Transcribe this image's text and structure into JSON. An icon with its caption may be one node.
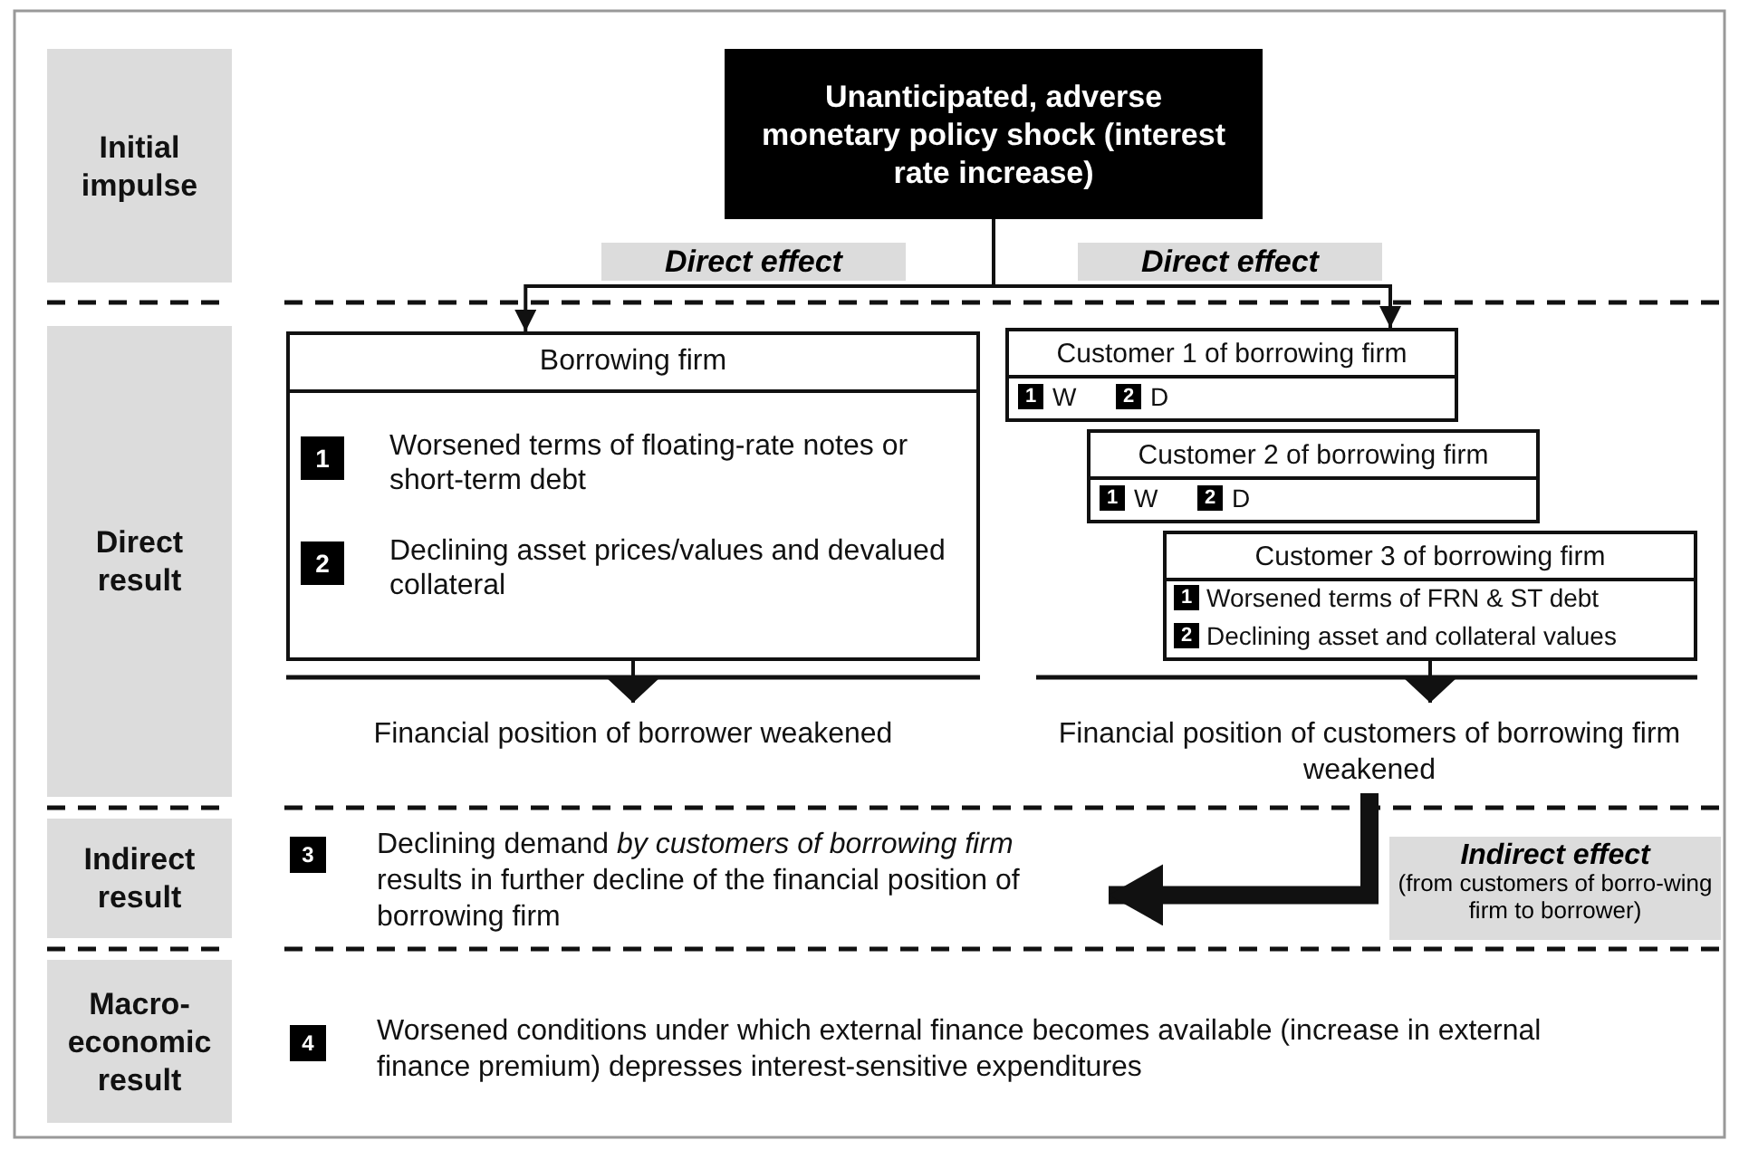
{
  "diagram": {
    "nodes": [
      {
        "text": [
          "Initial impulse"
        ]
      },
      {
        "text": [
          "Unanticipated, adverse monetary policy shock (interest rate increase)"
        ]
      },
      {
        "text": [
          "Direct result"
        ]
      },
      {
        "text": [
          "Borrowing firm",
          "Worsened terms of floating-rate notes or short-term debt",
          "Declining asset prices/values and devalued collateral"
        ]
      },
      {
        "text": [
          "1"
        ],
        "in": 3
      },
      {
        "text": [
          "2"
        ],
        "in": 3
      },
      {
        "text": [
          "Customer 1 of borrowing firm",
          "W",
          "D"
        ]
      },
      {
        "text": [
          "1"
        ],
        "in": 6
      },
      {
        "text": [
          "2"
        ],
        "in": 6
      },
      {
        "text": [
          "Customer 2 of borrowing firm",
          "W",
          "D"
        ]
      },
      {
        "text": [
          "1"
        ],
        "in": 9
      },
      {
        "text": [
          "2"
        ],
        "in": 9
      },
      {
        "text": [
          "Customer 3 of borrowing firm",
          "Worsened terms of FRN & ST debt",
          "Declining asset and collateral values"
        ]
      },
      {
        "text": [
          "1"
        ],
        "in": 12
      },
      {
        "text": [
          "2"
        ],
        "in": 12
      },
      {
        "text": [
          "Financial position of borrower weakened"
        ]
      },
      {
        "text": [
          "Financial position of customers of borrowing firm weakened"
        ]
      },
      {
        "text": [
          "Indirect result"
        ]
      },
      {
        "text": [
          "3"
        ]
      },
      {
        "text": [
          "Declining demand *by customers of borrowing firm* results in further decline of the financial position of borrowing firm"
        ]
      },
      {
        "text": [
          "Macro-economic result"
        ]
      },
      {
        "text": [
          "4"
        ]
      },
      {
        "text": [
          "Worsened conditions under which external finance becomes available (increase in external finance premium) depresses interest-sensitive expenditures"
        ]
      }
    ],
    "edges": [
      {
        "from": 1,
        "to": 3,
        "arrow": "to",
        "label": "Direct effect"
      },
      {
        "from": 1,
        "to": 6,
        "arrow": "to",
        "label": "Direct effect"
      },
      {
        "from": 3,
        "to": 15,
        "arrow": "to"
      },
      {
        "from": 12,
        "to": 16,
        "arrow": "to"
      },
      {
        "from": 16,
        "to": 19,
        "arrow": "to",
        "style": "thick",
        "label": "**Indirect effect** (from customers of borro-wing firm to borrower)"
      }
    ]
  }
}
